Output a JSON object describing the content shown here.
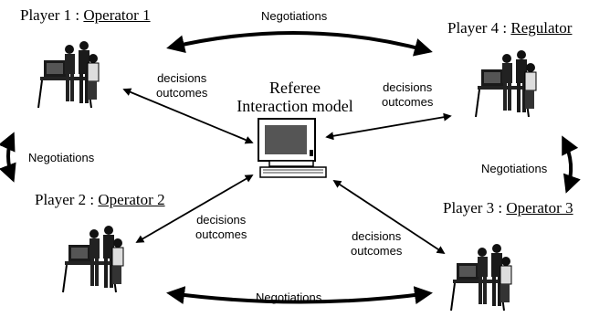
{
  "players": [
    {
      "prefix": "Player 1 : ",
      "role": "Operator 1"
    },
    {
      "prefix": "Player 2 : ",
      "role": "Operator 2"
    },
    {
      "prefix": "Player 3 : ",
      "role": "Operator 3"
    },
    {
      "prefix": "Player 4 : ",
      "role": "Regulator"
    }
  ],
  "referee": {
    "line1": "Referee",
    "line2": "Interaction model"
  },
  "links": {
    "negotiations": "Negotiations",
    "decisions": "decisions",
    "outcomes": "outcomes"
  }
}
